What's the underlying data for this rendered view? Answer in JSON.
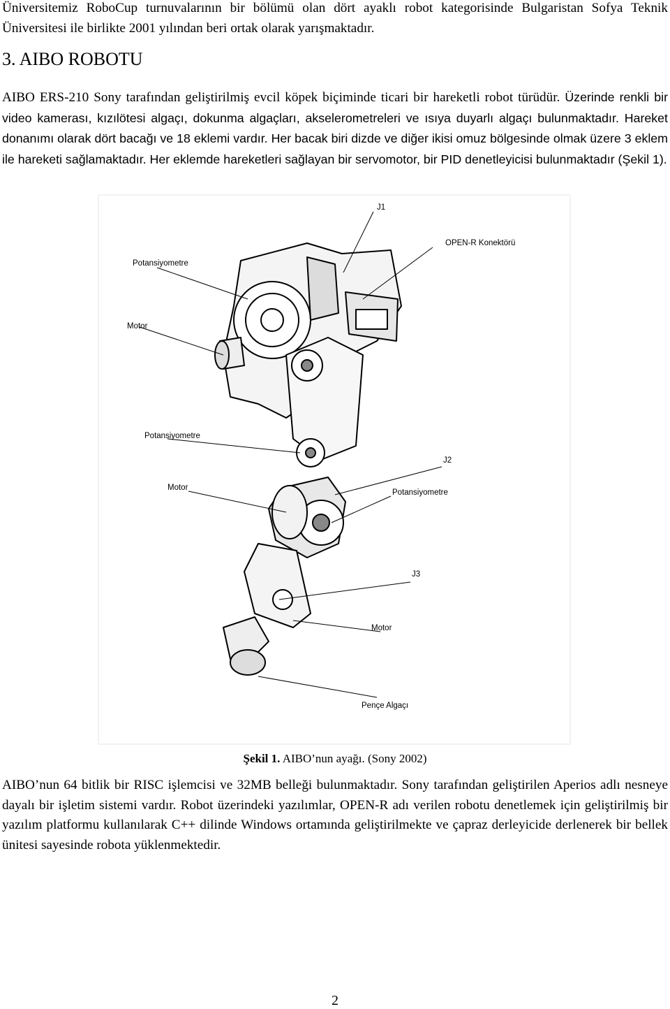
{
  "intro_paragraph": "Üniversitemiz RoboCup turnuvalarının bir bölümü olan dört ayaklı robot kategorisinde Bulgaristan Sofya Teknik Üniversitesi ile birlikte 2001 yılından beri ortak olarak yarışmaktadır.",
  "section_heading": "3. AIBO ROBOTU",
  "section_intro": "AIBO ERS-210 Sony tarafından geliştirilmiş evcil köpek biçiminde ticari bir hareketli robot türüdür.",
  "sensors_text": "Üzerinde renkli bir video kamerası, kızılötesi algaçı, dokunma algaçları, akselerometreleri ve ısıya duyarlı algaçı bulunmaktadır. Hareket donanımı olarak dört bacağı ve 18 eklemi vardır. Her bacak biri dizde ve diğer ikisi omuz bölgesinde olmak üzere 3 eklem ile hareketi sağlamaktadır. Her eklemde hareketleri sağlayan bir servomotor, bir PID denetleyicisi bulunmaktadır (Şekil 1).",
  "figure": {
    "labels": {
      "j1": "J1",
      "open_r": "OPEN-R Konektörü",
      "pot1": "Potansiyometre",
      "motor1": "Motor",
      "pot2": "Potansiyometre",
      "j2": "J2",
      "motor2": "Motor",
      "pot3": "Potansiyometre",
      "j3": "J3",
      "motor3": "Motor",
      "pence": "Pençe Algaçı"
    }
  },
  "caption": {
    "label": "Şekil 1.",
    "text": "AIBO’nun ayağı. (Sony 2002)"
  },
  "body_paragraph": "AIBO’nun 64 bitlik bir RISC işlemcisi ve 32MB belleği bulunmaktadır. Sony tarafından geliştirilen Aperios adlı nesneye dayalı bir işletim sistemi vardır. Robot üzerindeki yazılımlar, OPEN-R adı verilen robotu denetlemek için geliştirilmiş bir yazılım platformu kullanılarak C++ dilinde Windows ortamında geliştirilmekte ve çapraz derleyicide derlenerek bir bellek ünitesi sayesinde robota yüklenmektedir.",
  "page_number": "2"
}
